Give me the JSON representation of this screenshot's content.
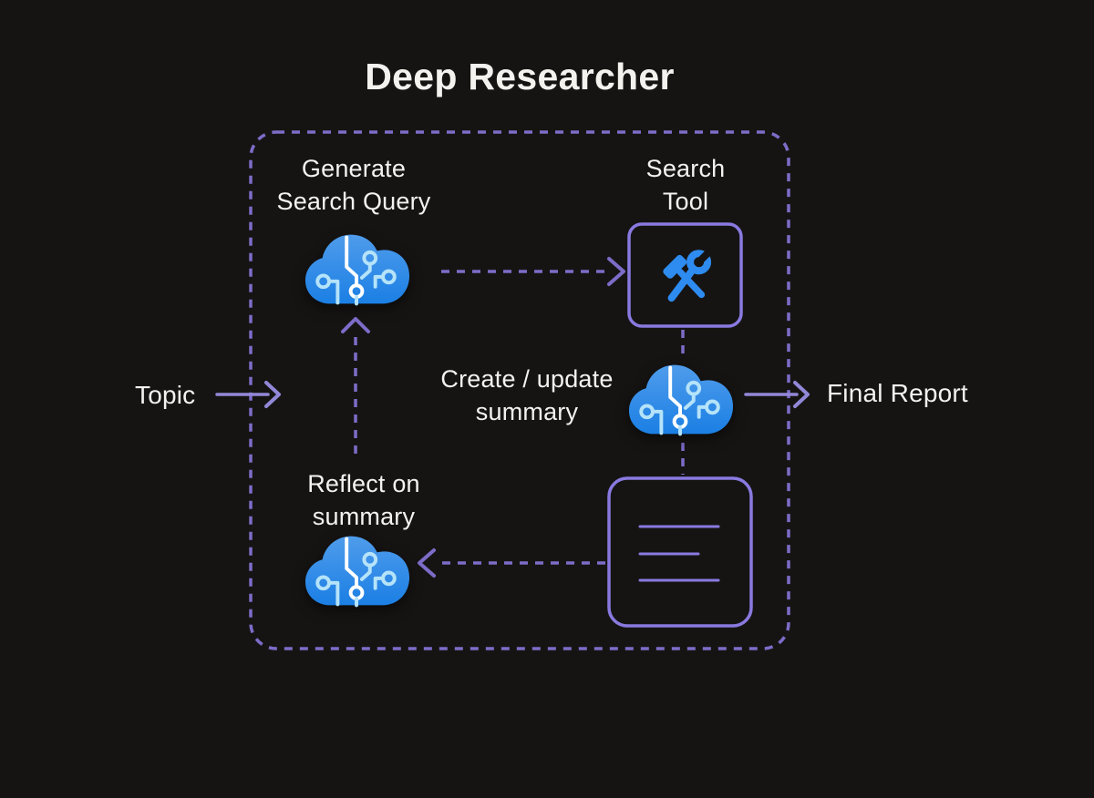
{
  "title": "Deep Researcher",
  "colors": {
    "background": "#161413",
    "text": "#f4f2ef",
    "dash_purple": "#7e6cc8",
    "solid_purple": "#9288d8",
    "box_border": "#897ae0",
    "tool_blue": "#2e8cf0",
    "cloud_top": "#4f9ceb",
    "cloud_bottom": "#1b7fe4",
    "circuit_white": "#ffffff",
    "circuit_blue": "#b5e3fa"
  },
  "nodes": {
    "generate_query": {
      "label": "Generate\nSearch Query",
      "icon": "llm-cloud"
    },
    "search_tool": {
      "label": "Search\nTool",
      "icon": "hammer-wrench"
    },
    "create_update_summary": {
      "label": "Create / update\nsummary",
      "icon": "llm-cloud"
    },
    "reflect_summary": {
      "label": "Reflect on\nsummary",
      "icon": "llm-cloud"
    },
    "final_report_document": {
      "icon": "document"
    }
  },
  "io": {
    "input_label": "Topic",
    "output_label": "Final Report"
  },
  "edges": [
    {
      "from": "topic",
      "to": "workflow",
      "style": "solid-arrow"
    },
    {
      "from": "generate_query",
      "to": "search_tool",
      "style": "dashed-arrow"
    },
    {
      "from": "search_tool",
      "to": "create_update_summary",
      "style": "dashed"
    },
    {
      "from": "create_update_summary",
      "to": "final_report_document",
      "style": "dashed"
    },
    {
      "from": "final_report_document",
      "to": "reflect_summary",
      "style": "dashed-arrow"
    },
    {
      "from": "reflect_summary",
      "to": "generate_query",
      "style": "dashed-arrow"
    },
    {
      "from": "create_update_summary",
      "to": "final_report",
      "style": "solid-arrow"
    }
  ]
}
